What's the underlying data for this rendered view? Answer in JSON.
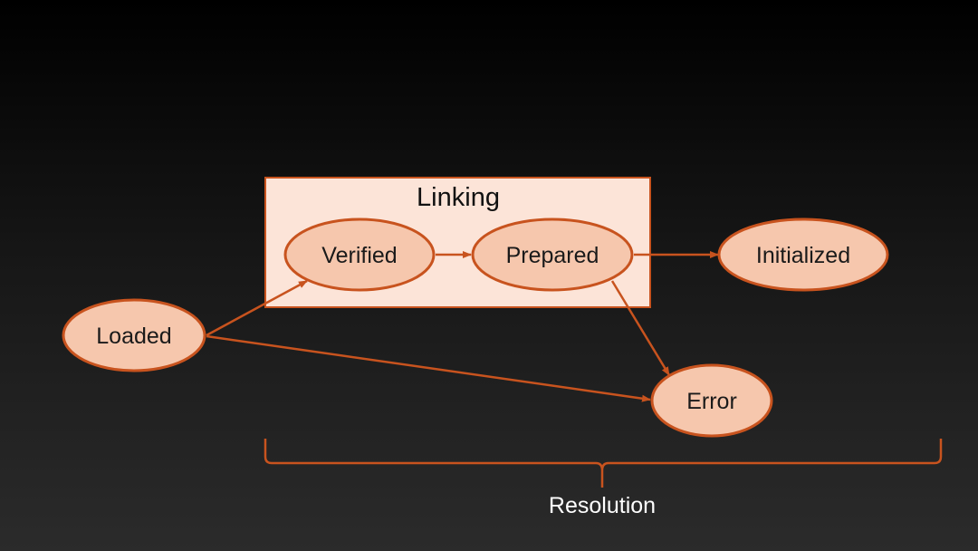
{
  "colors": {
    "background_top": "#000000",
    "background_bottom": "#2b2b2b",
    "stroke": "#c8531e",
    "node_fill": "#f6c7ad",
    "group_fill": "#fce4d8",
    "label_text": "#1a1a1a",
    "brace_label_text": "#ffffff"
  },
  "group": {
    "label": "Linking"
  },
  "states": {
    "loaded": "Loaded",
    "verified": "Verified",
    "prepared": "Prepared",
    "initialized": "Initialized",
    "error": "Error"
  },
  "transitions": [
    {
      "from": "Loaded",
      "to": "Verified"
    },
    {
      "from": "Loaded",
      "to": "Error"
    },
    {
      "from": "Verified",
      "to": "Prepared"
    },
    {
      "from": "Prepared",
      "to": "Initialized"
    },
    {
      "from": "Prepared",
      "to": "Error"
    }
  ],
  "brace": {
    "label": "Resolution"
  }
}
